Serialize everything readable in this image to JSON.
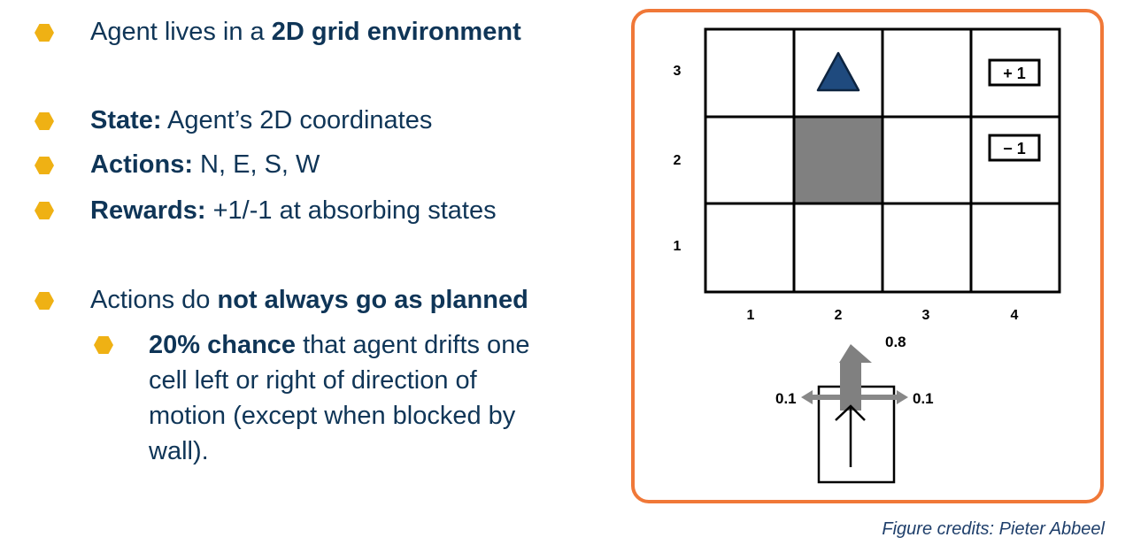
{
  "bullets": [
    {
      "pre": "Agent lives in a ",
      "bold": "2D grid environment",
      "post": ""
    },
    {
      "pre": "",
      "bold": "State:",
      "post": " Agent’s 2D coordinates"
    },
    {
      "pre": "",
      "bold": "Actions:",
      "post": " N, E, S, W"
    },
    {
      "pre": "",
      "bold": "Rewards:",
      "post": " +1/-1 at absorbing states"
    },
    {
      "pre": "Actions do ",
      "bold": "not always go as planned",
      "post": ""
    }
  ],
  "sub_bullet": {
    "bold": "20% chance",
    "line1": " that agent drifts one",
    "line2": "cell left or right of direction of",
    "line3": "motion (except when blocked by",
    "line4": "wall)."
  },
  "figure": {
    "row_labels": [
      "3",
      "2",
      "1"
    ],
    "col_labels": [
      "1",
      "2",
      "3",
      "4"
    ],
    "reward_plus": "+ 1",
    "reward_minus": "− 1",
    "prob_forward": "0.8",
    "prob_left": "0.1",
    "prob_right": "0.1"
  },
  "credit": "Figure credits: Pieter Abbeel",
  "colors": {
    "text": "#0f3557",
    "bullet": "#efb114",
    "frame": "#f07838",
    "agent": "#1f4a7e",
    "wall": "#808080"
  }
}
